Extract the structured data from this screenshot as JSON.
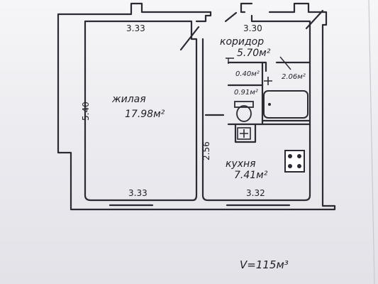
{
  "dimensions": {
    "living_top": "3.33",
    "living_bottom": "3.33",
    "living_left": "5.40",
    "corridor_top": "3.30",
    "kitchen_bottom": "3.32",
    "kitchen_left": "2.56"
  },
  "rooms": {
    "living": {
      "name": "жилая",
      "area": "17.98м²"
    },
    "corridor": {
      "name": "коридор",
      "area": "5.70м²"
    },
    "kitchen": {
      "name": "кухня",
      "area": "7.41м²"
    },
    "storage": {
      "area": "0.40м²"
    },
    "toilet": {
      "area": "0.91м²"
    },
    "bathroom": {
      "area": "2.06м²"
    }
  },
  "volume": "V=115м³"
}
